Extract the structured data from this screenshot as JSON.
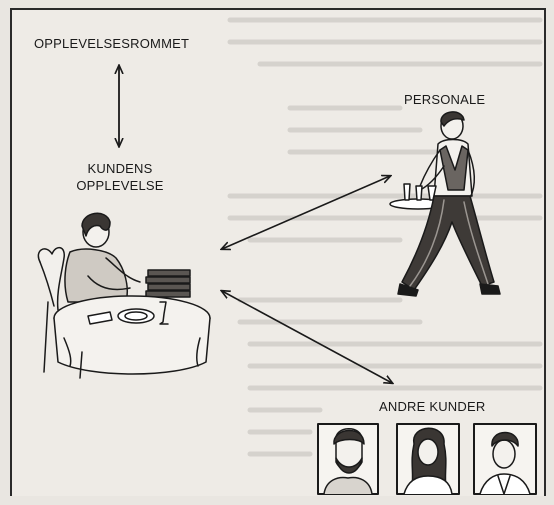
{
  "labels": {
    "experience_room": "OPPLEVELSESROMMET",
    "customer_experience_line1": "KUNDENS",
    "customer_experience_line2": "OPPLEVELSE",
    "staff": "PERSONALE",
    "other_customers": "ANDRE KUNDER"
  },
  "icons": [
    "double-arrow-icon",
    "woman-at-table-icon",
    "waiter-with-tray-icon",
    "bearded-man-portrait-icon",
    "woman-portrait-icon",
    "young-man-portrait-icon"
  ],
  "colors": {
    "ink": "#1a1a1a",
    "background": "#eeebe6",
    "frame": "#2a2a2a"
  }
}
